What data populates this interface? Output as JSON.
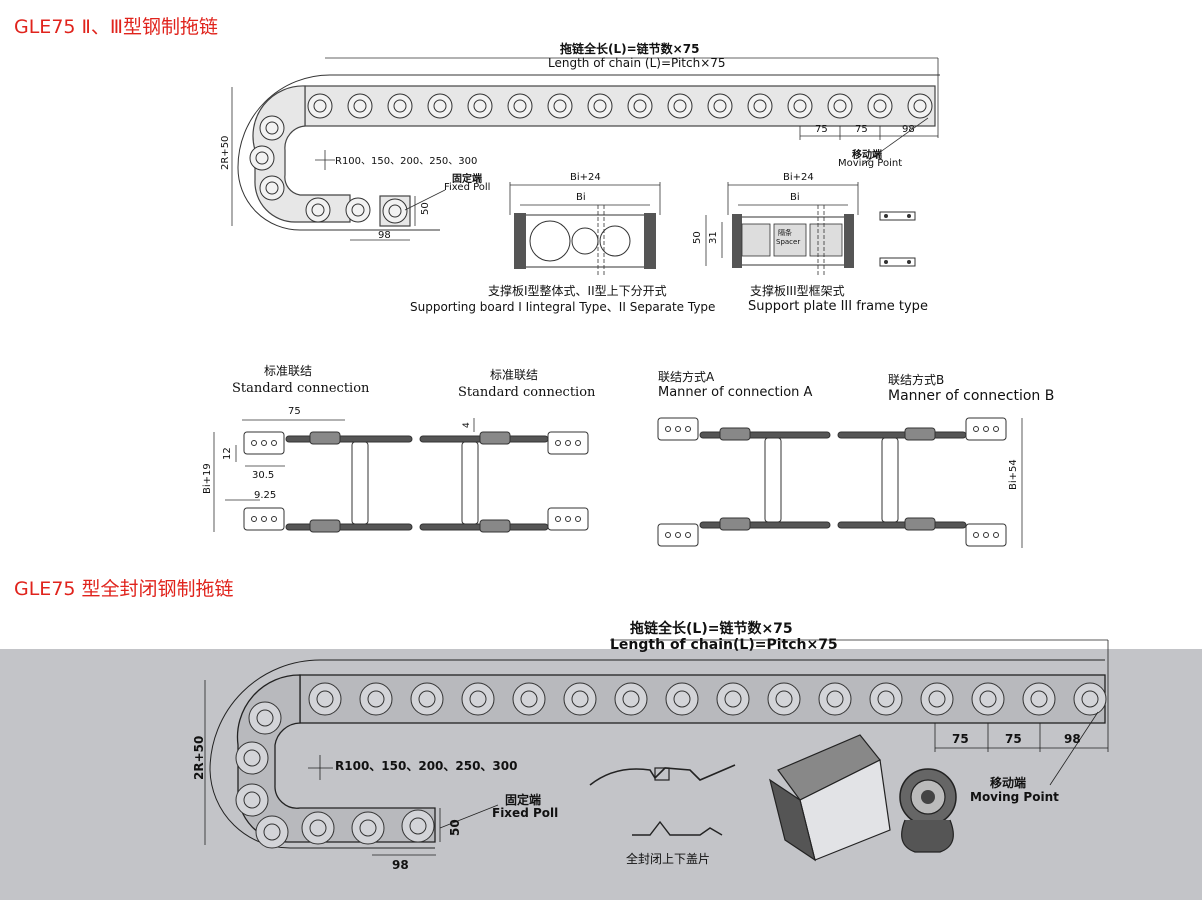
{
  "section1": {
    "title": "GLE75 Ⅱ、Ⅲ型钢制拖链",
    "top_drawing": {
      "length_cn": "拖链全长(L)=链节数×75",
      "length_en": "Length of chain (L)=Pitch×75",
      "height_dim": "2R+50",
      "radius_note": "R100、150、200、250、300",
      "pitch_a": "75",
      "pitch_b": "75",
      "end_len": "98",
      "moving_cn": "移动端",
      "moving_en": "Moving Point",
      "fixed_cn": "固定端",
      "fixed_en": "Fixed Poll",
      "fixed_height": "50",
      "fixed_len": "98"
    },
    "plate1": {
      "outer_width": "Bi+24",
      "inner_width": "Bi",
      "caption_cn": "支撑板I型整体式、II型上下分开式",
      "caption_en": "Supporting board I Iintegral Type、II Separate Type"
    },
    "plate2": {
      "outer_width": "Bi+24",
      "inner_width": "Bi",
      "height_outer": "50",
      "height_inner": "31",
      "spacer_cn": "隔条",
      "spacer_en": "Spacer",
      "caption_cn": "支撑板III型框架式",
      "caption_en": "Support plate III frame type"
    },
    "connections": {
      "std1_cn": "标准联结",
      "std1_en": "Standard connection",
      "std2_cn": "标准联结",
      "std2_en": "Standard connection",
      "a_cn": "联结方式A",
      "a_en": "Manner of connection A",
      "b_cn": "联结方式B",
      "b_en": "Manner of connection B",
      "dim_75": "75",
      "dim_12": "12",
      "dim_305": "30.5",
      "dim_925": "9.25",
      "dim_bi19": "Bi+19",
      "dim_4": "4",
      "dim_bi54": "Bi+54"
    }
  },
  "section2": {
    "title": "GLE75 型全封闭钢制拖链",
    "drawing": {
      "length_cn": "拖链全长(L)=链节数×75",
      "length_en": "Length of chain(L)=Pitch×75",
      "height_dim": "2R+50",
      "radius_note": "R100、150、200、250、300",
      "pitch_a": "75",
      "pitch_b": "75",
      "end_len": "98",
      "moving_cn": "移动端",
      "moving_en": "Moving Point",
      "fixed_cn": "固定端",
      "fixed_en": "Fixed Poll",
      "fixed_height": "50",
      "fixed_len": "98",
      "cover_cn": "全封闭上下盖片"
    }
  },
  "colors": {
    "title_red": "#e0231c",
    "band_gray": "#c3c4c8",
    "ink": "#111111"
  }
}
